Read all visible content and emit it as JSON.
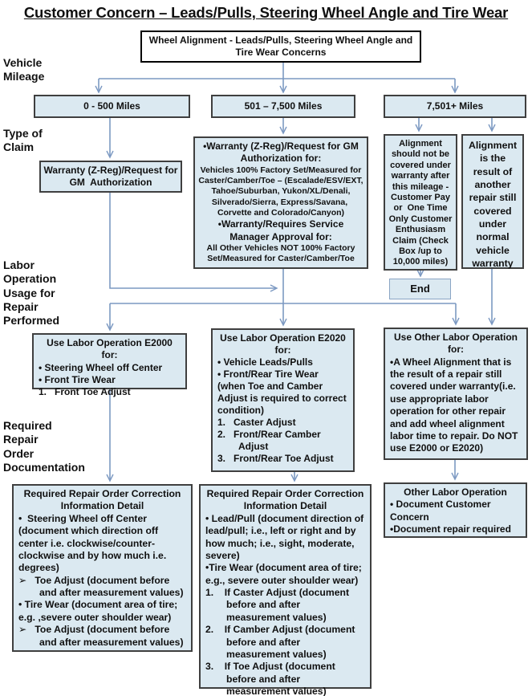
{
  "title": "Customer Concern – Leads/Pulls, Steering Wheel Angle and Tire Wear",
  "colors": {
    "box_fill": "#dbe9f1",
    "box_border": "#3f3f3f",
    "connector": "#7c99c2"
  },
  "flow": {
    "root": "Wheel Alignment - Leads/Pulls, Steering Wheel Angle and Tire Wear Concerns",
    "row_labels": {
      "vehicle_mileage": "Vehicle\nMileage",
      "type_of_claim": "Type of\nClaim",
      "labor_operation": "Labor\nOperation\nUsage for\nRepair\nPerformed",
      "required_repair": "Required\nRepair\nOrder\nDocumentation"
    },
    "mileage": {
      "m1": "0 - 500 Miles",
      "m2": "501 – 7,500 Miles",
      "m3": "7,501+ Miles"
    },
    "claim": {
      "warranty_small": "Warranty (Z-Reg)/Request for GM  Authorization",
      "warranty_big": {
        "h1": "•Warranty (Z-Reg)/Request for GM Authorization for:",
        "s1": "Vehicles 100% Factory Set/Measured for Caster/Camber/Toe – (Escalade/ESV/EXT, Tahoe/Suburban, Yukon/XL/Denali, Silverado/Sierra, Express/Savana,  Corvette and Colorado/Canyon)",
        "h2": "•Warranty/Requires Service Manager Approval for:",
        "s2": "All Other Vehicles NOT 100% Factory Set/Measured for Caster/Camber/Toe"
      },
      "no_warranty": "Alignment should not be covered under warranty after this mileage - Customer Pay or  One Time Only Customer Enthusiasm Claim (Check Box /up to 10,000 miles)",
      "other_repair": "Alignment is the result of another repair still covered under normal vehicle warranty",
      "end": "End"
    },
    "labor": {
      "e2000": {
        "h": "Use Labor Operation E2000 for:",
        "b1": "• Steering Wheel off Center",
        "b2": "• Front Tire Wear",
        "n1": "1.   Front Toe Adjust"
      },
      "e2020": {
        "h": "Use Labor Operation E2020 for:",
        "b1": "• Vehicle Leads/Pulls",
        "b2": "• Front/Rear Tire Wear (when Toe and Camber Adjust is required to correct condition)",
        "n1": "1.   Caster Adjust",
        "n2": "2.   Front/Rear Camber Adjust",
        "n3": "3.   Front/Rear Toe Adjust"
      },
      "other": {
        "h": "Use Other Labor Operation for:",
        "b1": "•A Wheel Alignment that is the result of a repair still covered under warranty(i.e. use appropriate labor operation for other repair and add wheel alignment labor time to repair. Do NOT use E2000 or E2020)"
      }
    },
    "docs": {
      "left": {
        "t": "Required Repair Order Correction Information Detail",
        "b1": "•  Steering Wheel off Center (document which direction off center i.e. clockwise/counter-clockwise and by how much i.e. degrees)",
        "a1": "➢   Toe Adjust (document before and after measurement values)",
        "b2": "• Tire Wear (document area of tire; e.g. ,severe outer shoulder wear)",
        "a2": "➢   Toe Adjust (document before and after measurement values)"
      },
      "mid": {
        "t": "Required Repair Order Correction Information Detail",
        "b1": "• Lead/Pull (document direction of lead/pull; i.e., left or right and by how much; i.e., sight, moderate, severe)",
        "b2": "•Tire Wear (document area of tire; e.g., severe outer shoulder wear)",
        "n1": "1.    If Caster Adjust (document before and after measurement values)",
        "n2": "2.    If Camber Adjust (document before and after measurement values)",
        "n3": "3.    If Toe Adjust (document before and after measurement values)"
      },
      "right": {
        "t": "Other Labor Operation",
        "b1": "• Document Customer Concern",
        "b2": "•Document repair required"
      }
    }
  }
}
